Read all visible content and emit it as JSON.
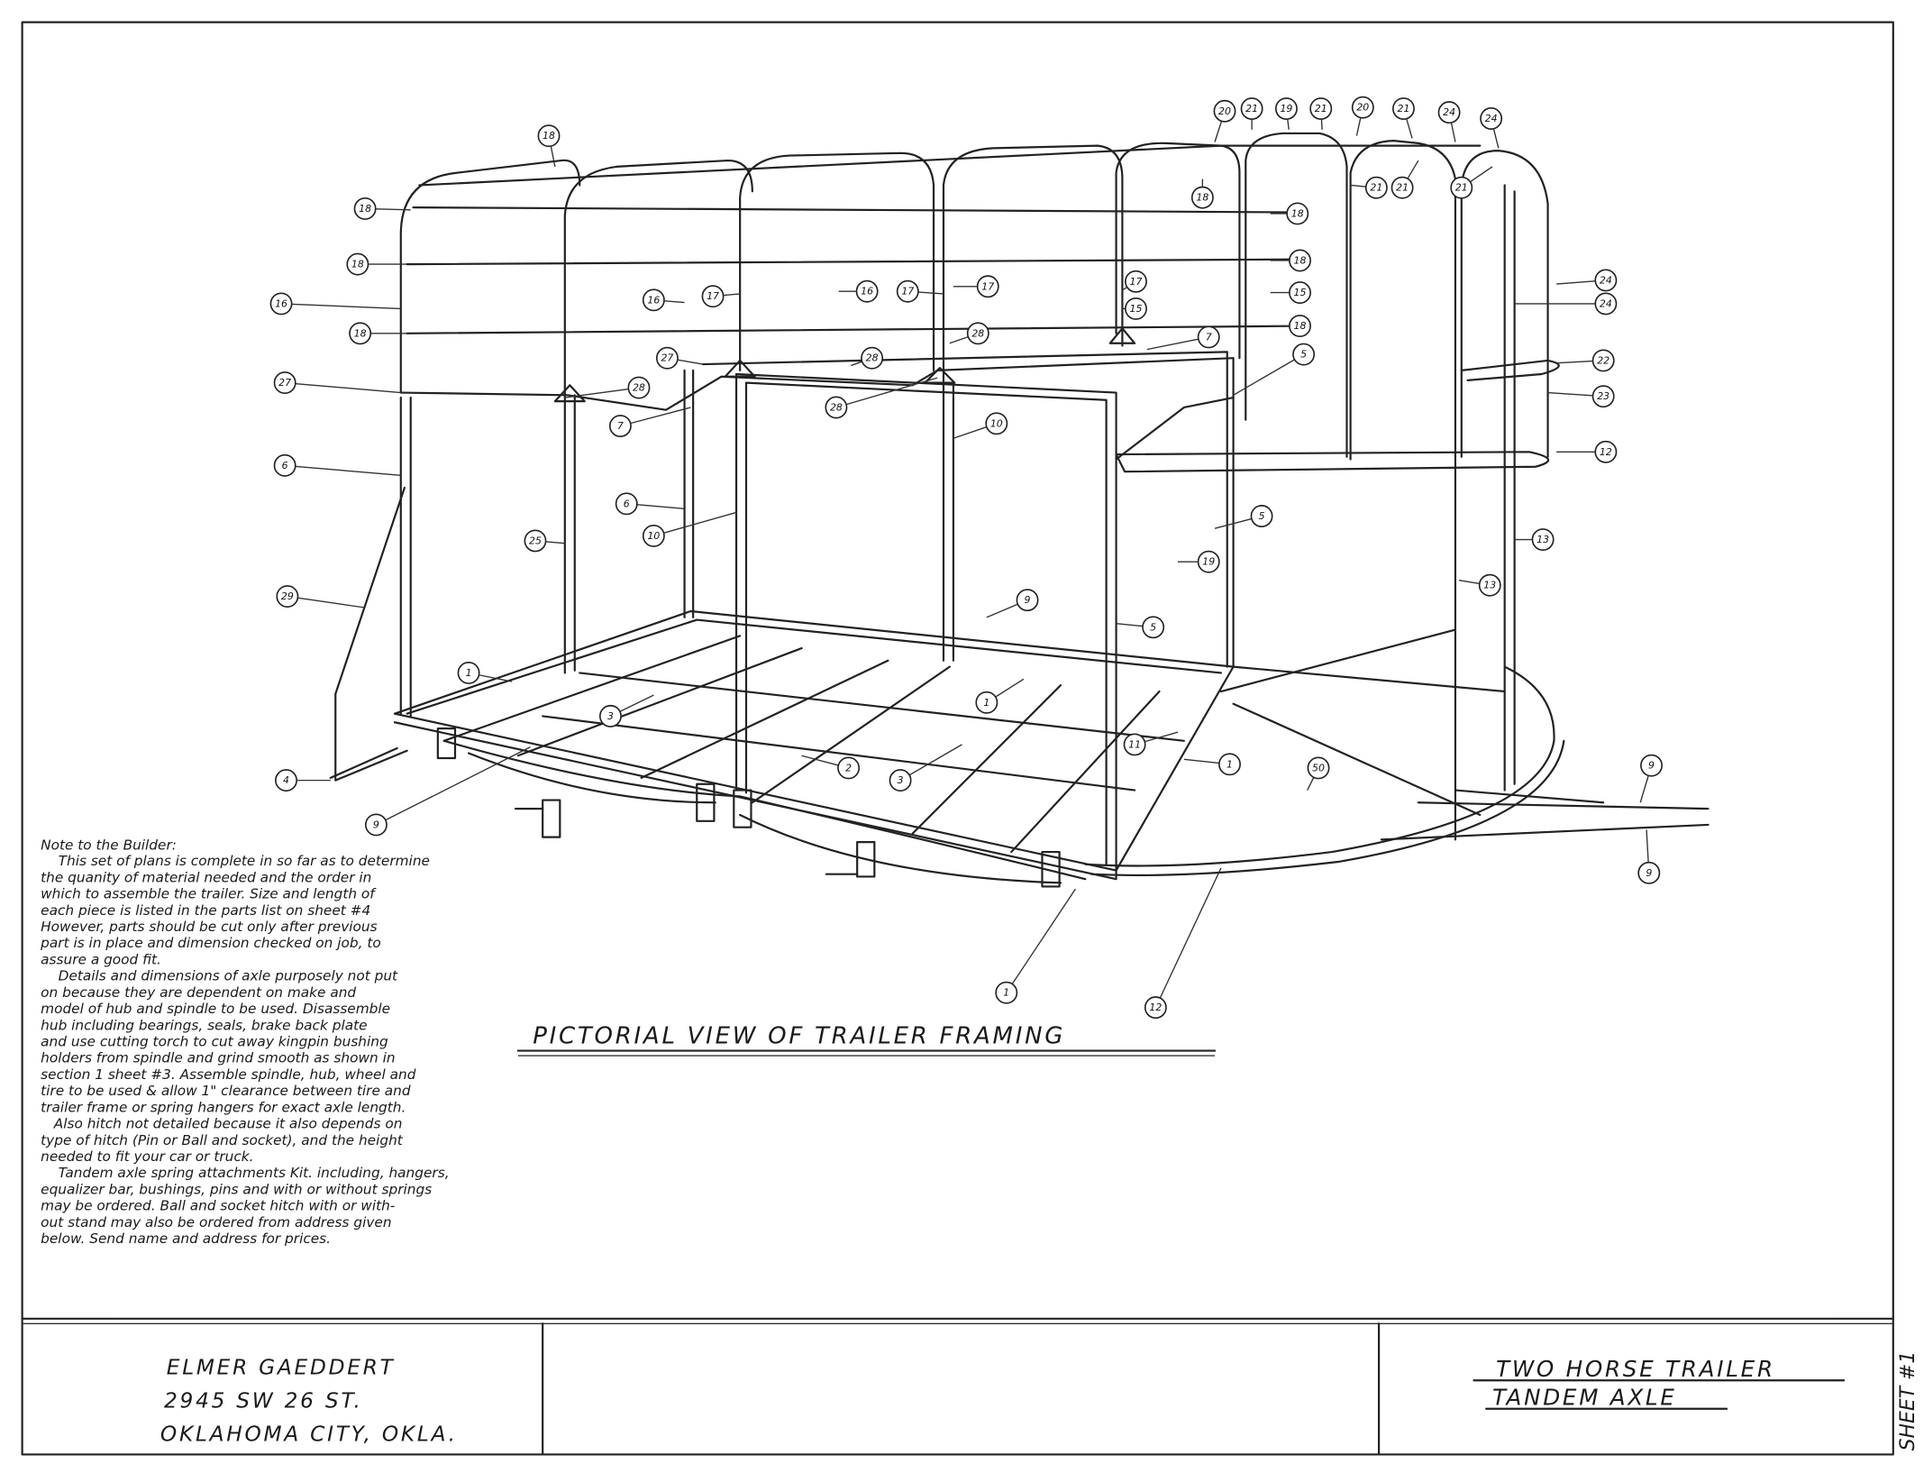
{
  "drawing": {
    "title": "PICTORIAL VIEW OF TRAILER FRAMING",
    "callouts": [
      "18",
      "18",
      "18",
      "16",
      "18",
      "27",
      "6",
      "29",
      "4",
      "9",
      "1",
      "3",
      "25",
      "10",
      "6",
      "16",
      "17",
      "28",
      "7",
      "27",
      "28",
      "28",
      "16",
      "17",
      "17",
      "28",
      "10",
      "9",
      "5",
      "2",
      "3",
      "1",
      "11",
      "1",
      "50",
      "1",
      "12",
      "17",
      "15",
      "7",
      "18",
      "18",
      "15",
      "18",
      "5",
      "5",
      "19",
      "13",
      "13",
      "12",
      "23",
      "22",
      "24",
      "24",
      "21",
      "21",
      "21",
      "18",
      "20",
      "21",
      "19",
      "21",
      "20",
      "21",
      "24",
      "24",
      "9",
      "9"
    ]
  },
  "notes": {
    "heading": "Note to the Builder:",
    "lines": [
      "    This set of plans is complete in so far as to determine",
      "the quanity of material needed and the order in",
      "which to assemble the trailer. Size and length of",
      "each piece is listed in the parts list on sheet #4",
      "However, parts should be cut only after previous",
      "part is in place and dimension checked on job, to",
      "assure a good fit.",
      "    Details and dimensions of axle purposely not put",
      "on because they are dependent on make and",
      "model of hub and spindle to be used. Disassemble",
      "hub including bearings, seals, brake back plate",
      "and use cutting torch to cut away kingpin bushing",
      "holders from spindle and grind smooth as shown in",
      "section 1 sheet #3. Assemble spindle, hub, wheel and",
      "tire to be used & allow 1\" clearance between tire and",
      "trailer frame or spring hangers for exact axle length.",
      "   Also hitch not detailed because it also depends on",
      "type of hitch (Pin or Ball and socket), and the height",
      "needed to fit your car or truck.",
      "    Tandem axle spring attachments Kit. including, hangers,",
      "equalizer bar, bushings, pins and with or without springs",
      "may be ordered. Ball and socket hitch with or with-",
      "out stand may also be ordered from address given",
      "below. Send name and address for prices."
    ]
  },
  "title_block": {
    "designer_name": "ELMER GAEDDERT",
    "address_line": "2945 SW 26 ST.",
    "city_line": "OKLAHOMA CITY, OKLA.",
    "project_title": "TWO HORSE TRAILER",
    "project_subtitle": "TANDEM AXLE",
    "sheet": "SHEET #1"
  }
}
